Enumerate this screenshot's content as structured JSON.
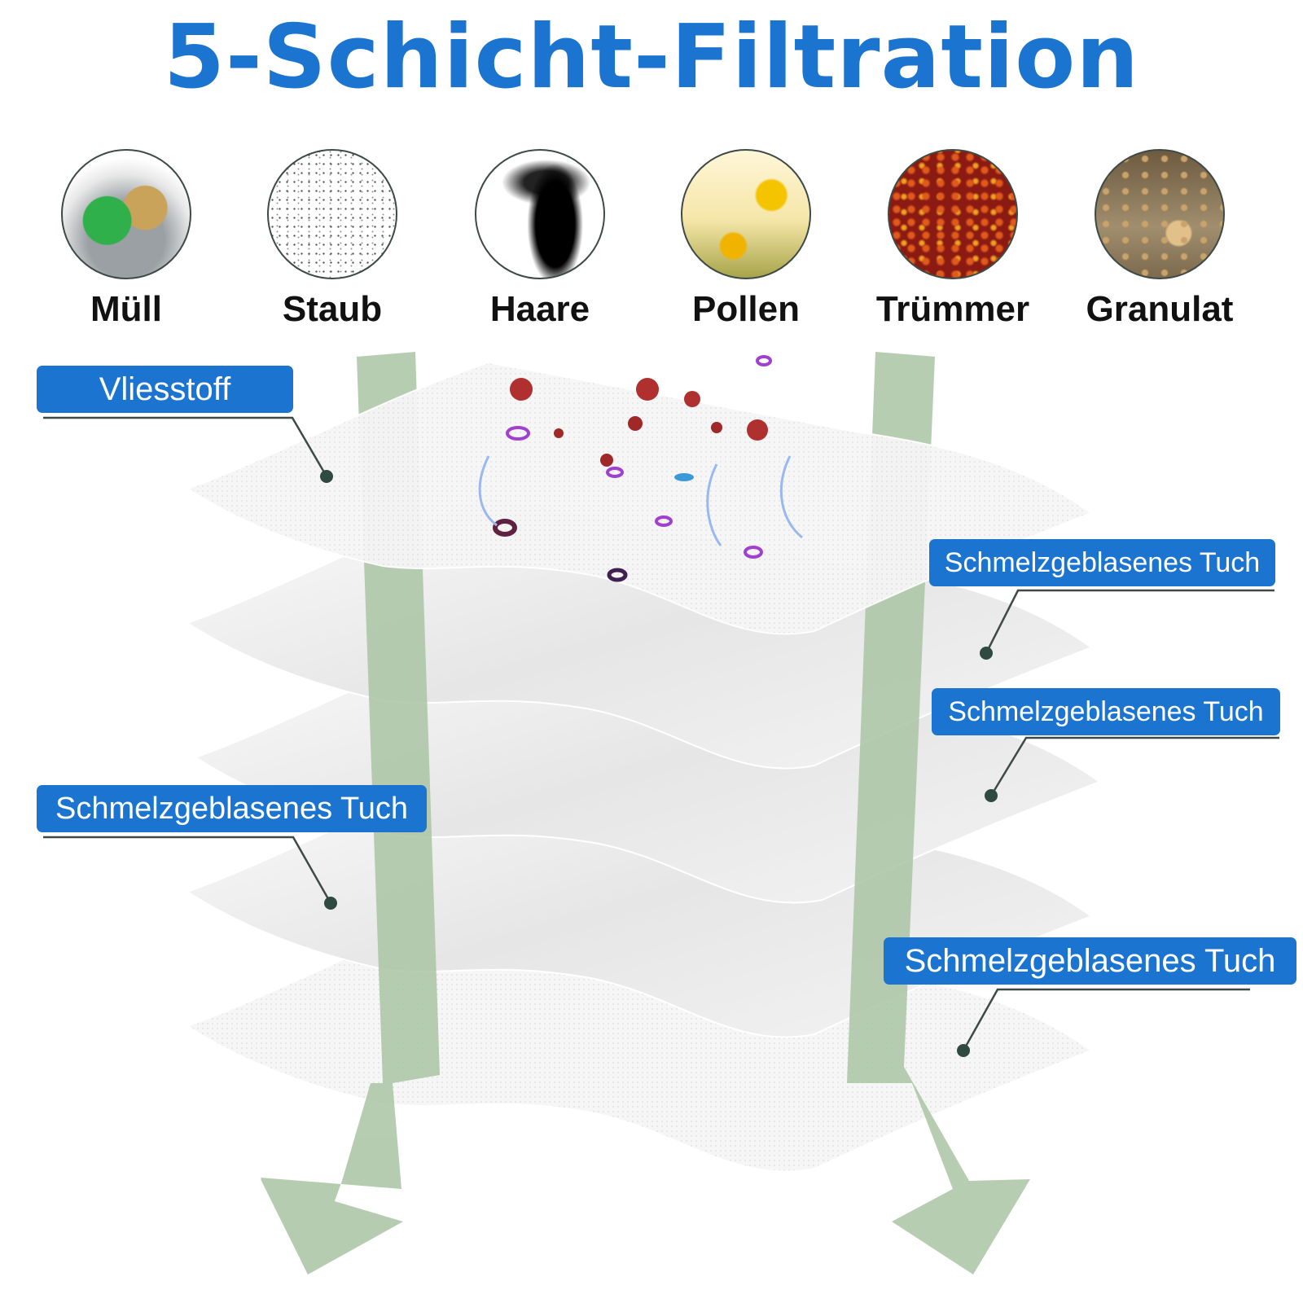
{
  "title": "5-Schicht-Filtration",
  "categories": [
    {
      "label": "Müll",
      "icon": "garbage-photo"
    },
    {
      "label": "Staub",
      "icon": "dust-photo"
    },
    {
      "label": "Haare",
      "icon": "hair-photo"
    },
    {
      "label": "Pollen",
      "icon": "pollen-flowers-photo"
    },
    {
      "label": "Trümmer",
      "icon": "leaves-debris-photo"
    },
    {
      "label": "Granulat",
      "icon": "granules-photo"
    }
  ],
  "layers": [
    {
      "label": "Vliesstoff"
    },
    {
      "label": "Schmelzgeblasenes Tuch"
    },
    {
      "label": "Schmelzgeblasenes Tuch"
    },
    {
      "label": "Schmelzgeblasenes Tuch"
    },
    {
      "label": "Schmelzgeblasenes Tuch"
    }
  ],
  "colors": {
    "accent": "#1a74d0",
    "arrow": "#a9c4a4",
    "leader": "#3d4a46"
  }
}
